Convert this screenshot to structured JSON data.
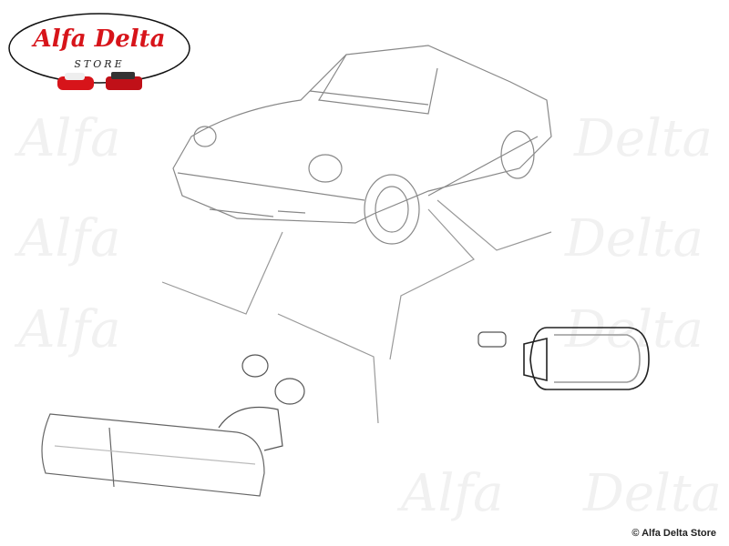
{
  "logo": {
    "title": "Alfa Delta",
    "subtitle": "STORE"
  },
  "watermark": [
    "Alfa",
    "Delta"
  ],
  "copyright": "© Alfa Delta Store",
  "colors": {
    "logo_red": "#d7141a",
    "line": "#777777"
  }
}
